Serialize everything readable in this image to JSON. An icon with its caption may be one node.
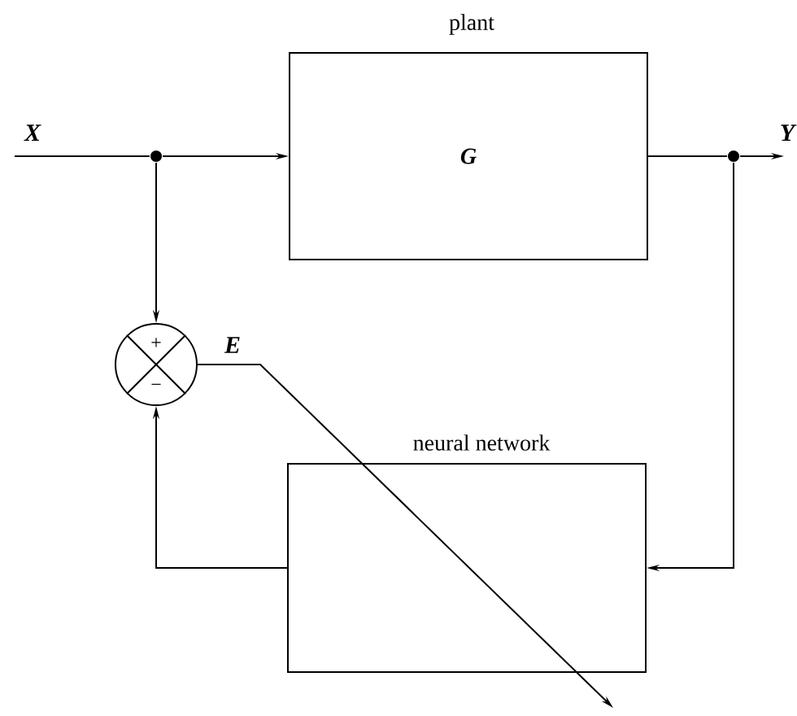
{
  "diagram": {
    "nodes": [
      {
        "text": [
          "X"
        ]
      },
      {
        "text": [],
        "shape": "circle"
      },
      {
        "text": [
          "plant",
          "G"
        ]
      },
      {
        "text": [],
        "shape": "circle"
      },
      {
        "text": [
          "Y"
        ]
      },
      {
        "text": [
          "+",
          "−"
        ]
      },
      {
        "text": [
          "neural network"
        ]
      }
    ],
    "edges": [
      {
        "from": 0,
        "to": 1,
        "arrow": "none"
      },
      {
        "from": 1,
        "to": 2,
        "arrow": "to"
      },
      {
        "from": 2,
        "to": 3,
        "arrow": "none"
      },
      {
        "from": 3,
        "to": 4,
        "arrow": "to"
      },
      {
        "from": 1,
        "to": 5,
        "arrow": "to"
      },
      {
        "from": 3,
        "to": 6,
        "arrow": "to"
      },
      {
        "from": 6,
        "to": 5,
        "arrow": "to"
      },
      {
        "from": 5,
        "to": null,
        "arrow": "to",
        "label": "E"
      }
    ]
  }
}
